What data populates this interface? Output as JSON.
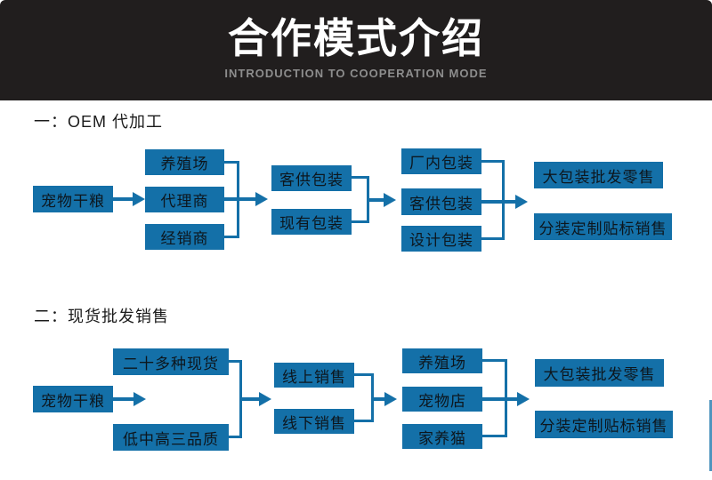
{
  "header": {
    "title": "合作模式介绍",
    "subtitle": "INTRODUCTION TO COOPERATION MODE"
  },
  "colors": {
    "box_blue": "#1470A8",
    "header_bg": "#211E1E",
    "subtitle_gray": "#8D8D8D"
  },
  "flow1": {
    "label": "一：OEM 代加工",
    "source": "宠物干粮",
    "col2": [
      "养殖场",
      "代理商",
      "经销商"
    ],
    "col3": [
      "客供包装",
      "现有包装"
    ],
    "col4": [
      "厂内包装",
      "客供包装",
      "设计包装"
    ],
    "col5": [
      "大包装批发零售",
      "分装定制贴标销售"
    ]
  },
  "flow2": {
    "label": "二：现货批发销售",
    "source": "宠物干粮",
    "col2": [
      "二十多种现货",
      "低中高三品质"
    ],
    "col3": [
      "线上销售",
      "线下销售"
    ],
    "col4": [
      "养殖场",
      "宠物店",
      "家养猫"
    ],
    "col5": [
      "大包装批发零售",
      "分装定制贴标销售"
    ]
  }
}
